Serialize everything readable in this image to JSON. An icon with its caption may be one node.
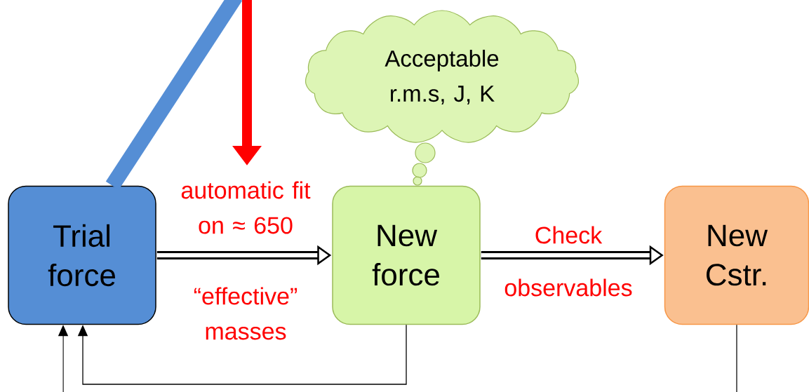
{
  "diagram": {
    "nodes": [
      {
        "text": [
          "Acceptable r.m.s, J, K"
        ]
      },
      {
        "text": [
          "Trial force"
        ]
      },
      {
        "text": [
          "New force"
        ]
      },
      {
        "text": [
          "New Cstr."
        ]
      }
    ],
    "edges": [
      {
        "from": 1,
        "to": 2,
        "arrow": "to",
        "label": "automatic fit on ≈ 650",
        "style": "thick"
      },
      {
        "from": 2,
        "to": 3,
        "arrow": "to",
        "label": "Check",
        "style": "thick"
      },
      {
        "from": 2,
        "to": 1,
        "arrow": "to"
      },
      {
        "from": null,
        "to": 1,
        "arrow": "to"
      },
      {
        "from": 3,
        "to": null,
        "arrow": "none"
      },
      {
        "from": null,
        "to": 1,
        "arrow": "none",
        "style": "thick",
        "color": "#558ed5"
      }
    ],
    "labels": [
      "“effective” masses",
      "observables"
    ]
  }
}
